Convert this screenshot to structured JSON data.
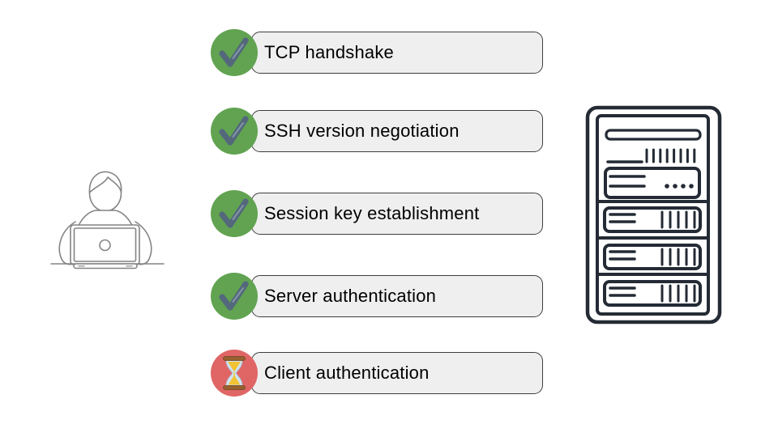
{
  "steps": [
    {
      "label": "TCP handshake",
      "status": "completed",
      "icon": "check-icon",
      "badge_color": "#61a351"
    },
    {
      "label": "SSH version negotiation",
      "status": "completed",
      "icon": "check-icon",
      "badge_color": "#61a351"
    },
    {
      "label": "Session key establishment",
      "status": "completed",
      "icon": "check-icon",
      "badge_color": "#61a351"
    },
    {
      "label": "Server authentication",
      "status": "completed",
      "icon": "check-icon",
      "badge_color": "#61a351"
    },
    {
      "label": "Client authentication",
      "status": "in-progress",
      "icon": "hourglass-icon",
      "badge_color": "#e06666"
    }
  ],
  "figures": {
    "left": "person-at-laptop",
    "right": "server-rack"
  },
  "colors": {
    "done_badge": "#61a351",
    "pending_badge": "#e06666",
    "check_mark": "#54687c",
    "pill_fill": "#efefef",
    "pill_border": "#3d3d3d",
    "server_icon_stroke": "#242b35",
    "person_icon_stroke": "#848484",
    "hourglass_sand": "#f1c232",
    "hourglass_glass": "#cfe3f2",
    "hourglass_frame": "#96602f",
    "background": "#ffffff"
  }
}
